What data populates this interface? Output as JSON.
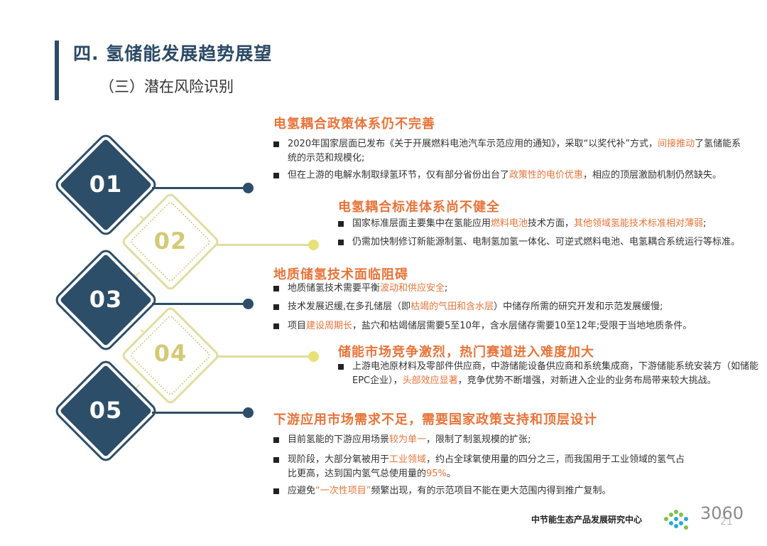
{
  "header": {
    "title": "四. 氢储能发展趋势展望",
    "subtitle": "（三）潜在风险识别"
  },
  "steps": [
    {
      "num": "01"
    },
    {
      "num": "02"
    },
    {
      "num": "03"
    },
    {
      "num": "04"
    },
    {
      "num": "05"
    }
  ],
  "sections": [
    {
      "title": "电氢耦合政策体系仍不完善",
      "bullets": [
        [
          {
            "t": "2020年国家层面已发布《关于开展燃料电池汽车示范应用的通知》，采取“以奖代补”方式，"
          },
          {
            "t": "间接推动",
            "hl": true
          },
          {
            "t": "了氢储能系统的示范和规模化;"
          }
        ],
        [
          {
            "t": "但在上游的电解水制取绿氢环节，仅有部分省份出台了"
          },
          {
            "t": "政策性的电价优惠",
            "hl": true
          },
          {
            "t": "，相应的顶层激励机制仍然缺失。"
          }
        ]
      ]
    },
    {
      "title": "电氢耦合标准体系尚不健全",
      "bullets": [
        [
          {
            "t": "国家标准层面主要集中在氢能应用"
          },
          {
            "t": "燃料电池",
            "hl": true
          },
          {
            "t": "技术方面，"
          },
          {
            "t": "其他领域氢能技术标准相对薄弱",
            "hl": true
          },
          {
            "t": ";"
          }
        ],
        [
          {
            "t": "仍需加快制修订新能源制氢、电制氢加氢一体化、可逆式燃料电池、电氢耦合系统运行等标准。"
          }
        ]
      ]
    },
    {
      "title": "地质储氢技术面临阻碍",
      "bullets": [
        [
          {
            "t": "地质储氢技术需要平衡"
          },
          {
            "t": "波动和供应安全",
            "hl": true
          },
          {
            "t": ";"
          }
        ],
        [
          {
            "t": "技术发展迟缓,在多孔储层（即"
          },
          {
            "t": "枯竭的气田和含水层",
            "hl": true
          },
          {
            "t": "）中储存所需的研究开发和示范发展缓慢;"
          }
        ],
        [
          {
            "t": "项目"
          },
          {
            "t": "建设周期长",
            "hl": true
          },
          {
            "t": "，盐穴和枯竭储层需要5至10年，含水层储存需要10至12年;受限于当地地质条件。"
          }
        ]
      ]
    },
    {
      "title": "储能市场竞争激烈，热门赛道进入难度加大",
      "bullets": [
        [
          {
            "t": "上游电池原材料及零部件供应商，中游储能设备供应商和系统集成商，下游储能系统安装方（如储能EPC企业），"
          },
          {
            "t": "头部效应显著",
            "hl": true
          },
          {
            "t": "，竞争优势不断增强，对新进入企业的业务布局带来较大挑战。"
          }
        ]
      ]
    },
    {
      "title": "下游应用市场需求不足，需要国家政策支持和顶层设计",
      "bullets": [
        [
          {
            "t": "目前氢能的下游应用场景"
          },
          {
            "t": "较为单一",
            "hl": true
          },
          {
            "t": "，限制了制氢规模的扩张;"
          }
        ],
        [
          {
            "t": "现阶段，大部分氧被用于"
          },
          {
            "t": "工业领域",
            "hl": true
          },
          {
            "t": "，约占全球氧使用量的四分之三，而我国用于工业领域的氢气占比更高，达到国内氢气总使用量的"
          },
          {
            "t": "95%",
            "hl": true
          },
          {
            "t": "。"
          }
        ],
        [
          {
            "t": "应避免"
          },
          {
            "t": "“一次性项目”",
            "hl": true
          },
          {
            "t": "频繁出现，有的示范项目不能在更大范围内得到推广复制。"
          }
        ]
      ]
    }
  ],
  "footer": {
    "org": "中节能生态产品发展研究中心",
    "watermark": "3060",
    "page": "21"
  },
  "colors": {
    "navy": "#2d4e68",
    "accent": "#e8743a",
    "light_yellow": "#e2dca0"
  }
}
